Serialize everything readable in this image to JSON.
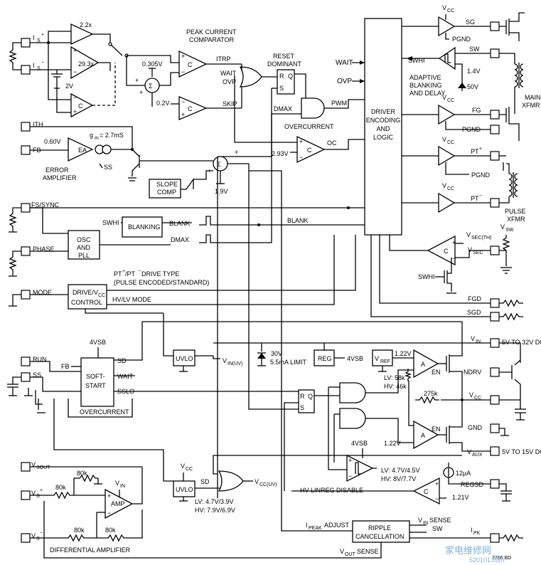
{
  "pins": {
    "is_plus": "IS+",
    "is_minus": "IS−",
    "ith": "ITH",
    "fb": "FB",
    "fs_sync": "FS/SYNC",
    "phase": "PHASE",
    "mode": "MODE",
    "run": "RUN",
    "ss": "SS",
    "vsout": "VSOUT",
    "vs_plus": "VS+",
    "vs_minus": "VS−",
    "sg": "SG",
    "sw": "SW",
    "fg": "FG",
    "pgnd1": "PGND",
    "pgnd2": "PGND",
    "pt_plus": "PT+",
    "pt_minus": "PT−",
    "vsec": "VSEC",
    "fgd": "FGD",
    "sgd": "SGD",
    "vin": "VIN",
    "ndrv": "NDRV",
    "vcc": "VCC",
    "gnd": "GND",
    "vaux": "VAUX",
    "regsd": "REGSD",
    "ipk": "IPK"
  },
  "labels": {
    "gain_22x": "2.2x",
    "gain_293x": "29.3x",
    "v_2v": "2V",
    "c": "C",
    "plus": "+",
    "minus": "−",
    "peak_current_comparator": "PEAK CURRENT COMPARATOR",
    "v_0305": "0.305V",
    "itrp": "ITRP",
    "reset_dominant": "RESET DOMINANT",
    "r": "R",
    "q": "Q",
    "s": "S",
    "wait": "WAIT",
    "ovp": "OVP",
    "skip": "SKIP",
    "v_02": "0.2V",
    "dmax": "DMAX",
    "pwm": "PWM",
    "overcurrent": "OVERCURRENT",
    "v_293": "2.93V",
    "oc": "OC",
    "gm": "gm = 2.7mS",
    "v_060": "0.60V",
    "ea": "EA",
    "error_amplifier": "ERROR AMPLIFIER",
    "ss_label": "SS",
    "slope_comp": "SLOPE COMP",
    "v_19": "1.9V",
    "sigma": "Σ",
    "swhi": "SWHI",
    "blanking": "BLANKING",
    "blank": "BLANK",
    "osc_pll": "OSC AND PLL",
    "pt_drive_type": "PT+/PT− DRIVE TYPE",
    "pulse_encoded": "(PULSE ENCODED/STANDARD)",
    "drive_vcc_control": "DRIVE/VCC CONTROL",
    "hv_lv_mode": "HV/LV MODE",
    "fourvsb": "4VSB",
    "soft_start": "SOFT-START",
    "sd": "SD",
    "sslo": "SSLO",
    "uvlo": "UVLO",
    "vin_uv": "VIN(UV)",
    "v30": "30V",
    "limit": "5.5mA LIMIT",
    "reg": "REG",
    "vref": "VREF",
    "v122": "1.22V",
    "lv58": "LV: 58k",
    "hv46": "HV: 46k",
    "a": "A",
    "en": "EN",
    "r275k": "275k",
    "vcc_uv": "VCC(UV)",
    "lv_uvlo": "LV: 4.7V/3.9V",
    "hv_uvlo": "HV: 7.9V/6.9V",
    "lv_hyst": "LV: 4.7V/4.5V",
    "hv_hyst": "HV: 8V/7.7V",
    "hv_linreg_disable": "HV LINREG DISABLE",
    "i12": "12μA",
    "v121": "1.21V",
    "ipeak_adjust": "IPEAK ADJUST",
    "vin_sense": "VIN SENSE",
    "sw_label": "SW",
    "ripple_cancellation": "RIPPLE CANCELLATION",
    "vout_sense": "VOUT SENSE",
    "r80k": "80k",
    "vin_amp": "VIN",
    "amp": "AMP",
    "differential_amplifier": "DIFFERENTIAL AMPLIFIER",
    "driver_logic": "DRIVER ENCODING AND LOGIC",
    "vcc_driver": "VCC",
    "adaptive": "ADAPTIVE BLANKING AND DELAY",
    "v14": "1.4V",
    "v50": "50V",
    "main_xfmr": "MAIN XFMR",
    "pulse_xfmr": "PULSE XFMR",
    "vsec_th": "VSEC(TH)",
    "vsw": "VSW",
    "vin_range": "5V TO 32V DC",
    "vaux_range": "5V TO 15V DC",
    "code": "3766 BD"
  },
  "watermark": {
    "site": "家电维修网",
    "url": "520101.com"
  }
}
